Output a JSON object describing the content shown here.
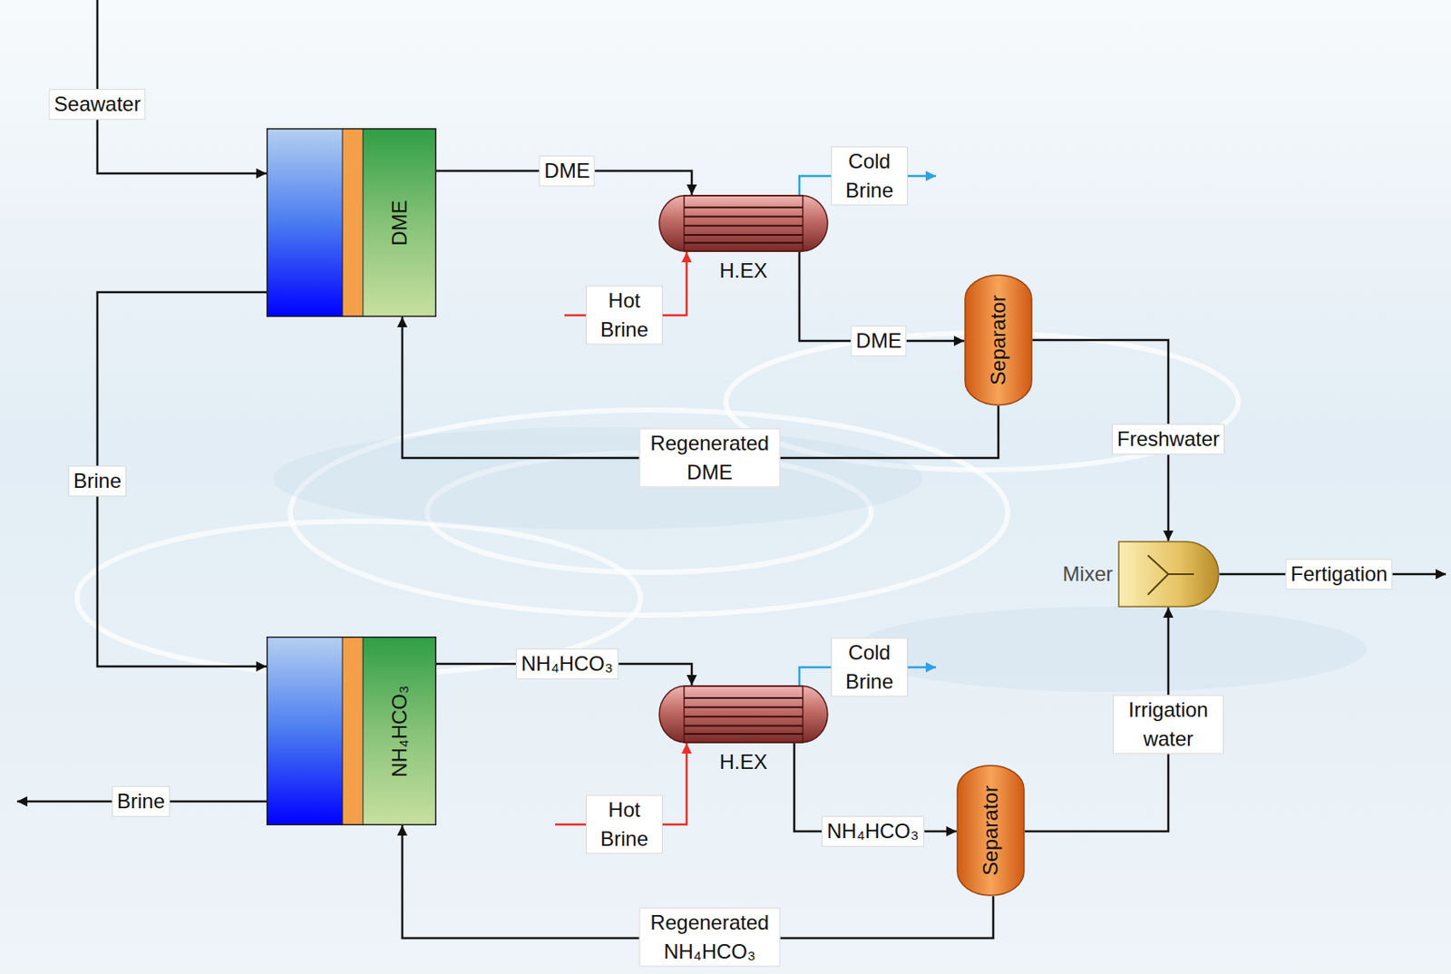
{
  "diagram": {
    "nodes": [
      {
        "text": [
          "DME"
        ]
      },
      {
        "text": [
          "H.EX"
        ]
      },
      {
        "text": [
          "Separator"
        ]
      },
      {
        "text": [
          "Mixer"
        ]
      },
      {
        "text": [
          "NH₄HCO₃"
        ]
      },
      {
        "text": [
          "H.EX"
        ]
      },
      {
        "text": [
          "Separator"
        ]
      }
    ],
    "edges": [
      {
        "from": 0,
        "to": 1,
        "arrow": "to",
        "label": "DME"
      },
      {
        "from": 1,
        "to": 2,
        "arrow": "to",
        "label": "DME"
      },
      {
        "from": 2,
        "to": 0,
        "arrow": "to",
        "label": "Regenerated DME"
      },
      {
        "from": 2,
        "to": 3,
        "arrow": "to",
        "label": "Freshwater"
      },
      {
        "from": 0,
        "to": 4,
        "arrow": "to",
        "label": "Brine"
      },
      {
        "from": 4,
        "to": 5,
        "arrow": "to",
        "label": "NH₄HCO₃"
      },
      {
        "from": 5,
        "to": 6,
        "arrow": "to",
        "label": "NH₄HCO₃"
      },
      {
        "from": 6,
        "to": 4,
        "arrow": "to",
        "label": "Regenerated NH₄HCO₃"
      },
      {
        "from": 6,
        "to": 3,
        "arrow": "to",
        "label": "Irrigation water"
      }
    ],
    "labels": [
      "Seawater",
      "Cold Brine",
      "Hot Brine",
      "Fertigation",
      "Cold Brine",
      "Brine",
      "Hot Brine"
    ]
  }
}
